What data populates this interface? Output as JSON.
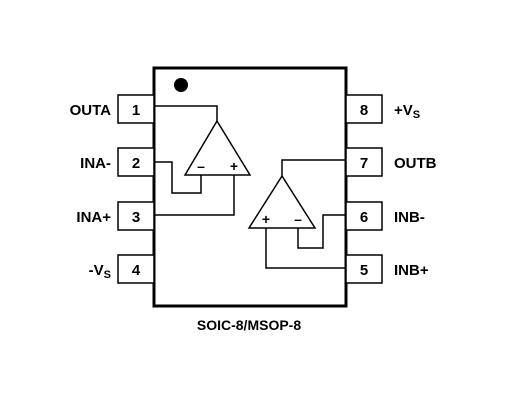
{
  "diagram": {
    "package_caption": "SOIC-8/MSOP-8",
    "pins": [
      {
        "number": "1",
        "name": "OUTA"
      },
      {
        "number": "2",
        "name": "INA-"
      },
      {
        "number": "3",
        "name": "INA+"
      },
      {
        "number": "4",
        "name": "-V",
        "sub": "S"
      },
      {
        "number": "5",
        "name": "INB+"
      },
      {
        "number": "6",
        "name": "INB-"
      },
      {
        "number": "7",
        "name": "OUTB"
      },
      {
        "number": "8",
        "name": "+V",
        "sub": "S"
      }
    ],
    "amp_a": {
      "minus": "–",
      "plus": "+"
    },
    "amp_b": {
      "plus": "+",
      "minus": "–"
    }
  }
}
